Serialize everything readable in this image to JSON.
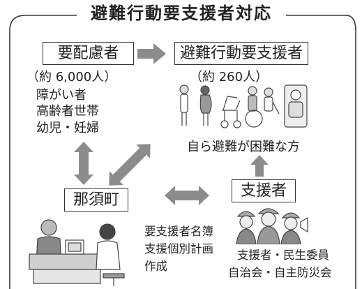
{
  "title": "避難行動要支援者対応",
  "care_needed": {
    "label": "要配慮者",
    "count": "（約 6,000人）",
    "items": [
      "障がい者",
      "高齢者世帯",
      "幼児・妊婦"
    ]
  },
  "evac_support_needed": {
    "label": "避難行動要支援者",
    "count": "（約 260人）",
    "description": "自ら避難が困難な方"
  },
  "town": {
    "label": "那須町"
  },
  "supporters": {
    "label": "支援者",
    "members": [
      "支援者・民生委員",
      "自治会・自主防災会"
    ]
  },
  "plans": [
    "要支援者名簿",
    "支援個別計画",
    "作成"
  ],
  "colors": {
    "arrow": "#8c8c8c",
    "frame": "#3a3a3a"
  }
}
